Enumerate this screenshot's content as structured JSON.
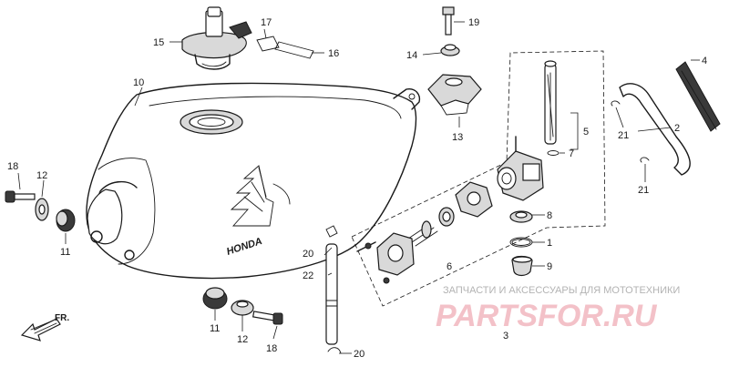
{
  "diagram": {
    "callouts": {
      "c1": "1",
      "c2": "2",
      "c3": "3",
      "c4": "4",
      "c5": "5",
      "c6": "6",
      "c7": "7",
      "c8": "8",
      "c9": "9",
      "c10": "10",
      "c11a": "11",
      "c11b": "11",
      "c12a": "12",
      "c12b": "12",
      "c13": "13",
      "c14": "14",
      "c15": "15",
      "c16": "16",
      "c17": "17",
      "c18a": "18",
      "c18b": "18",
      "c19": "19",
      "c20a": "20",
      "c20b": "20",
      "c21a": "21",
      "c21b": "21",
      "c22": "22"
    },
    "front_arrow_label": "FR.",
    "tank_emblem_text": "HONDA"
  },
  "watermark": {
    "top_text": "ЗАПЧАСТИ И АКСЕССУАРЫ ДЛЯ МОТОТЕХНИКИ",
    "logo_text": "PARTSFOR.RU",
    "logo_color": "#f3c1c8"
  }
}
